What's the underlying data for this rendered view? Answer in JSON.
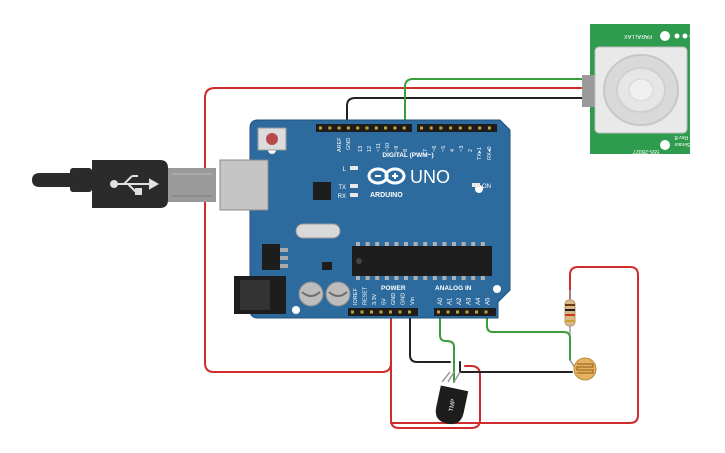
{
  "board": {
    "brand": "ARDUINO",
    "model": "UNO",
    "digital_label": "DIGITAL (PWM~)",
    "power_label": "POWER",
    "analog_label": "ANALOG IN",
    "on_label": "ON",
    "led_l": "L",
    "led_tx": "TX",
    "led_rx": "RX",
    "aref": "AREF",
    "gnd": "GND",
    "txrx_tx": "TX▸1",
    "txrx_rx": "RX◂0",
    "digital_pins": [
      "13",
      "12",
      "~11",
      "~10",
      "~9",
      "8",
      "7",
      "~6",
      "~5",
      "4",
      "~3",
      "2"
    ],
    "power_pins": [
      "IOREF",
      "RESET",
      "3.3V",
      "5V",
      "GND",
      "GND",
      "Vin"
    ],
    "analog_pins": [
      "A0",
      "A1",
      "A2",
      "A3",
      "A4",
      "A5"
    ]
  },
  "pir": {
    "brand": "PARALLAX",
    "name": "PIR Sensor",
    "rev": "Rev B",
    "part": "555-28027"
  },
  "tmp": {
    "label": "TMP"
  },
  "colors": {
    "board": "#2d6b9e",
    "wire_red": "#d12c2c",
    "wire_black": "#222222",
    "wire_green": "#3a9d3a",
    "pir_board": "#2e9b4e",
    "usb": "#2b2b2b"
  }
}
